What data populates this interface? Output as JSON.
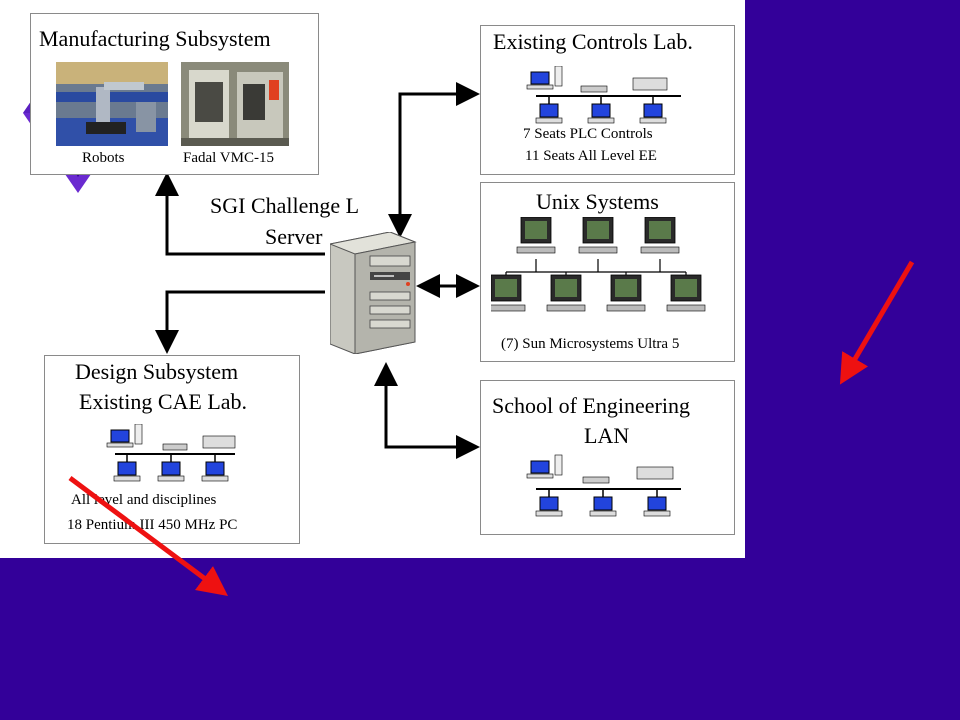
{
  "slide": {
    "title": "Upgraded Hardware Configurations"
  },
  "diagram": {
    "manufacturing": {
      "title": "Manufacturing Subsystem",
      "photo1_caption": "Robots",
      "photo2_caption": "Fadal VMC-15"
    },
    "server": {
      "line1": "SGI Challenge L",
      "line2": "Server"
    },
    "controls_lab": {
      "title": "Existing Controls Lab.",
      "line1": "7 Seats PLC Controls",
      "line2": "11 Seats All Level EE"
    },
    "unix": {
      "title": "Unix Systems",
      "caption": "(7) Sun Microsystems Ultra 5"
    },
    "design": {
      "title1": "Design Subsystem",
      "title2": "Existing CAE Lab.",
      "line1": "All level and disciplines",
      "line2": "18 Pentium III 450 MHz PC"
    },
    "school": {
      "title1": "School of Engineering",
      "title2": "LAN"
    }
  },
  "colors": {
    "background": "#330099",
    "arrow_red": "#ee1111",
    "logo_purple": "#7a33dd"
  }
}
